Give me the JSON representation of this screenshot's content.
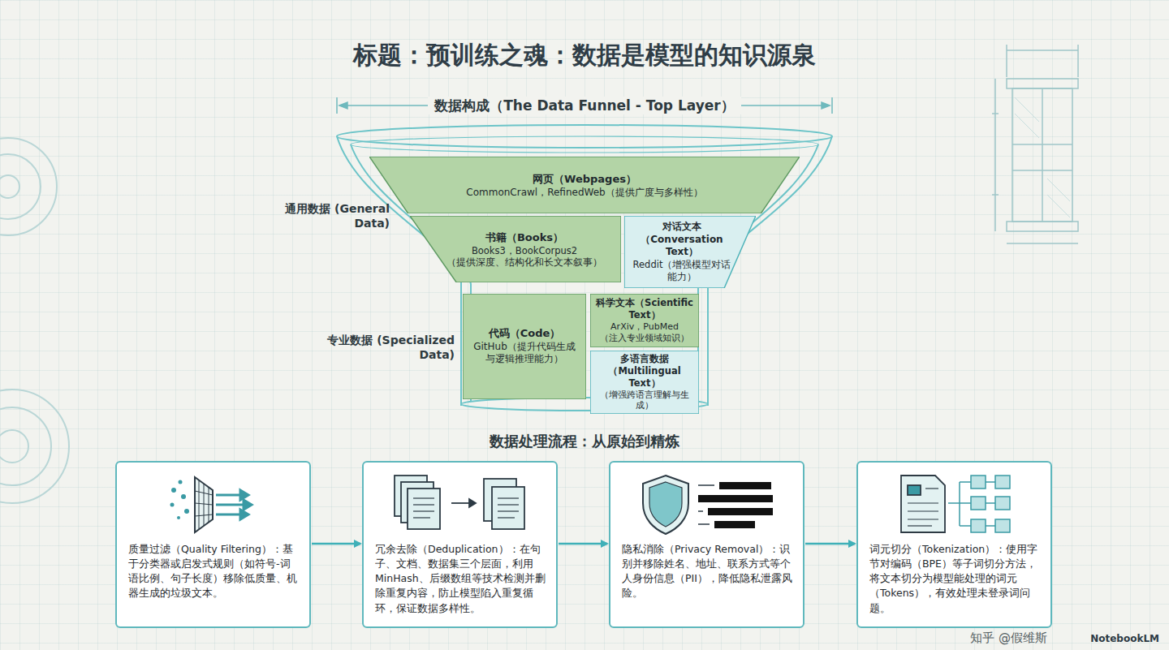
{
  "diagram": {
    "title": "标题：预训练之魂：数据是模型的知识源泉",
    "nodes": [
      {
        "text": [
          "网页（Webpages）",
          "CommonCrawl，RefinedWeb（提供广度与多样性）"
        ]
      },
      {
        "text": [
          "书籍（Books）",
          "Books3，BookCorpus2",
          "（提供深度、结构化和长文本叙事）"
        ]
      },
      {
        "text": [
          "对话文本（Conversation Text）",
          "Reddit（增强模型对话能力）"
        ]
      },
      {
        "text": [
          "代码（Code）",
          "GitHub（提升代码生成与逻辑推理能力）"
        ]
      },
      {
        "text": [
          "科学文本（Scientific Text）",
          "ArXiv，PubMed",
          "（注入专业领域知识）"
        ]
      },
      {
        "text": [
          "多语言数据（Multilingual Text）",
          "（增强跨语言理解与生成）"
        ]
      },
      {
        "text": [
          "质量过滤（Quality Filtering）：基于分类器或启发式规则（如符号-词语比例、句子长度）移除低质量、机器生成的垃圾文本。"
        ]
      },
      {
        "text": [
          "冗余去除（Deduplication）：在句子、文档、数据集三个层面，利用MinHash、后缀数组等技术检测并删除重复内容，防止模型陷入重复循环，保证数据多样性。"
        ]
      },
      {
        "text": [
          "隐私消除（Privacy Removal）：识别并移除姓名、地址、联系方式等个人身份信息（PII），降低隐私泄露风险。"
        ]
      },
      {
        "text": [
          "词元切分（Tokenization）：使用字节对编码（BPE）等子词切分方法，将文本切分为模型能处理的词元（Tokens），有效处理未登录词问题。"
        ]
      }
    ],
    "edges": [
      {
        "from": 6,
        "to": 7,
        "arrow": "to"
      },
      {
        "from": 7,
        "to": 8,
        "arrow": "to"
      },
      {
        "from": 8,
        "to": 9,
        "arrow": "to"
      }
    ],
    "labels": [
      "数据构成（The Data Funnel - Top Layer）",
      "通用数据 (General Data)",
      "专业数据 (Specialized Data)",
      "数据处理流程：从原始到精炼",
      "知乎 @假维斯",
      "NotebookLM"
    ]
  }
}
